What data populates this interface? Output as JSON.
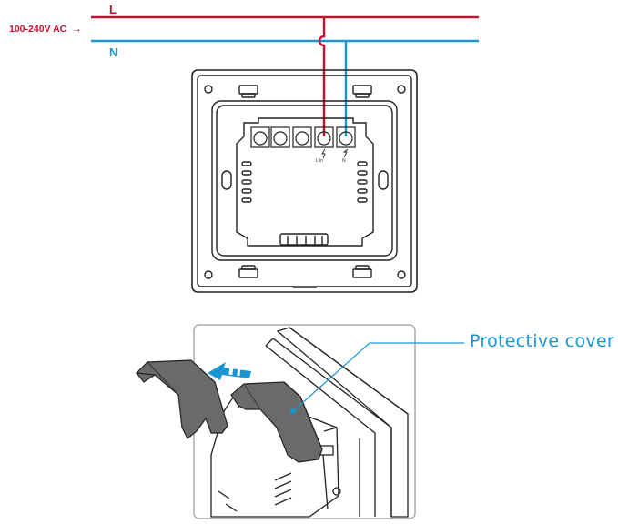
{
  "wiring": {
    "live_label": "L",
    "neutral_label": "N",
    "voltage_label": "100-240V AC",
    "voltage_arrow": "→"
  },
  "terminals": {
    "live_in_label": "L in",
    "neutral_label": "N"
  },
  "callout": {
    "label": "Protective cover"
  },
  "colors": {
    "live": "#c8102e",
    "neutral": "#1996d2",
    "outline": "#222222",
    "cover": "#6a6a6a"
  },
  "icons": {
    "live_terminal": "lightning-bolt-icon",
    "neutral_terminal": "lightning-bolt-icon",
    "arrow": "arrow-left-icon"
  }
}
